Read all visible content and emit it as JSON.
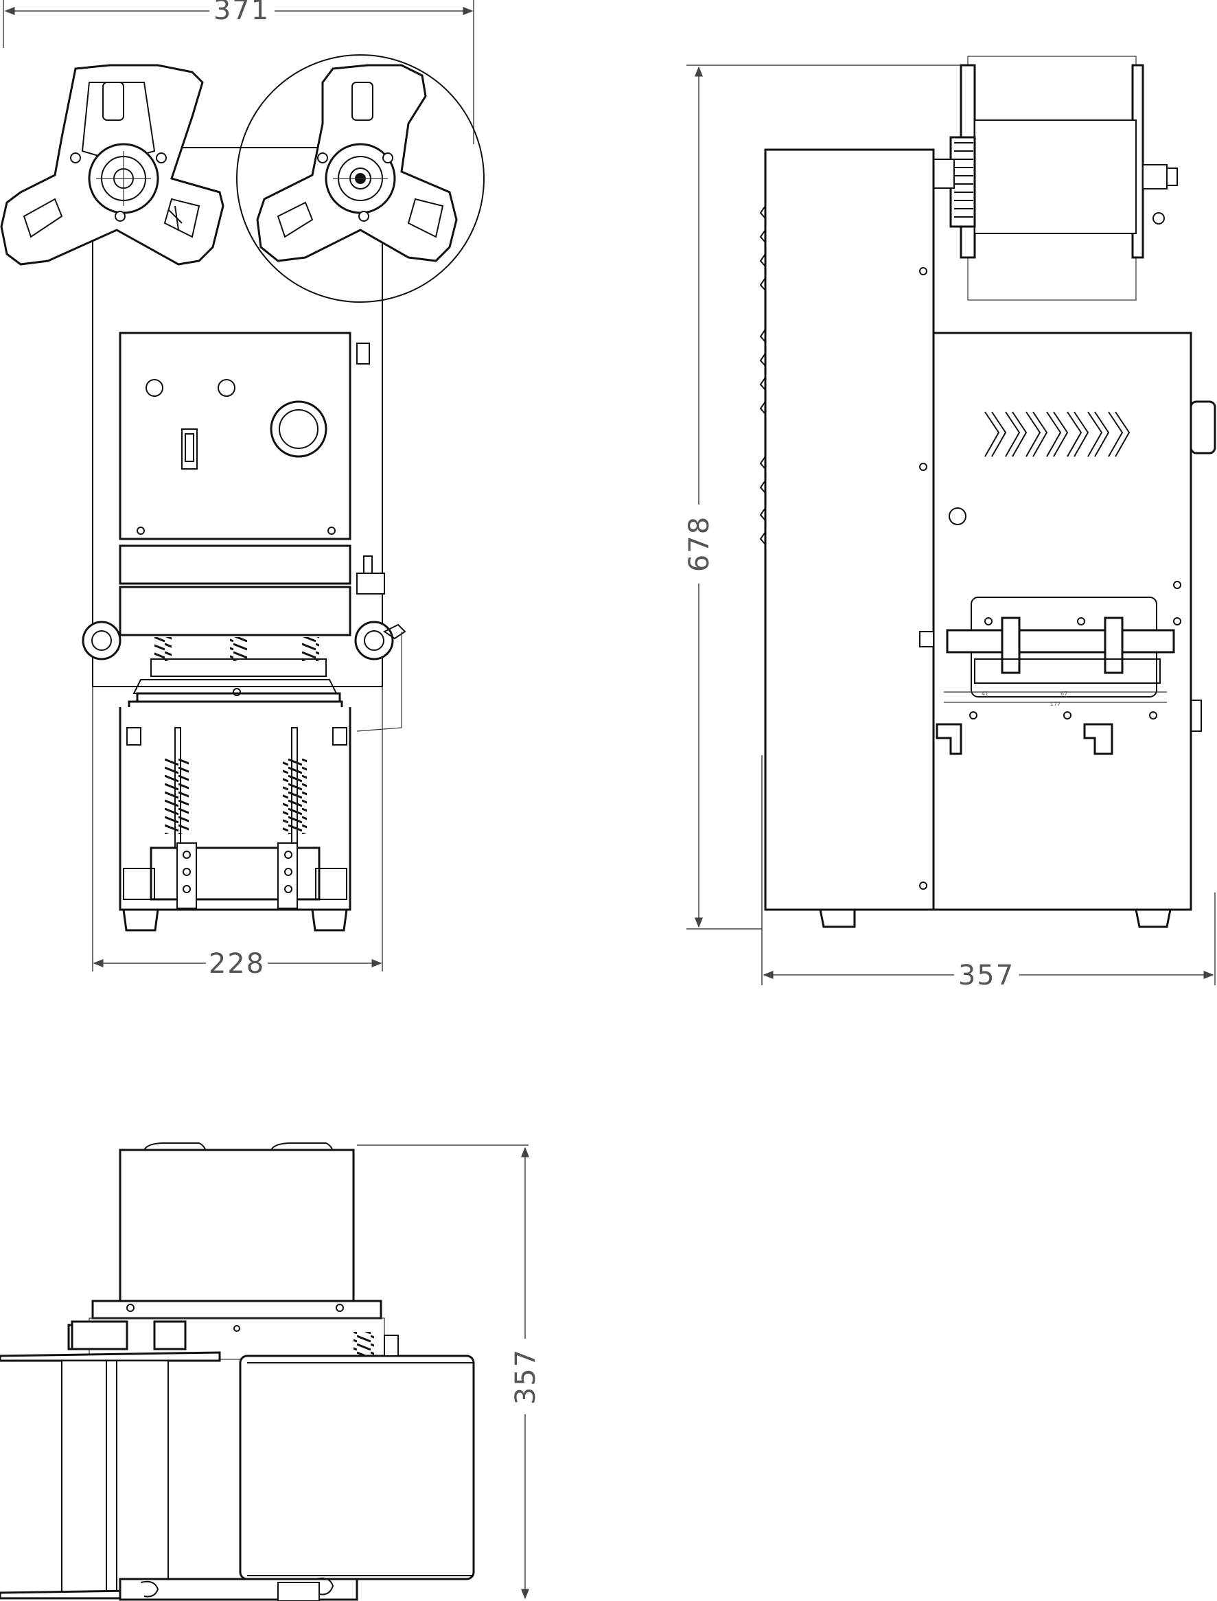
{
  "dimensions": {
    "front_top_width": "371",
    "front_body_width": "228",
    "side_height": "678",
    "side_depth": "357",
    "top_depth": "357"
  },
  "roll_dimensions": {
    "left": "41",
    "center": "67",
    "overall": "177"
  }
}
